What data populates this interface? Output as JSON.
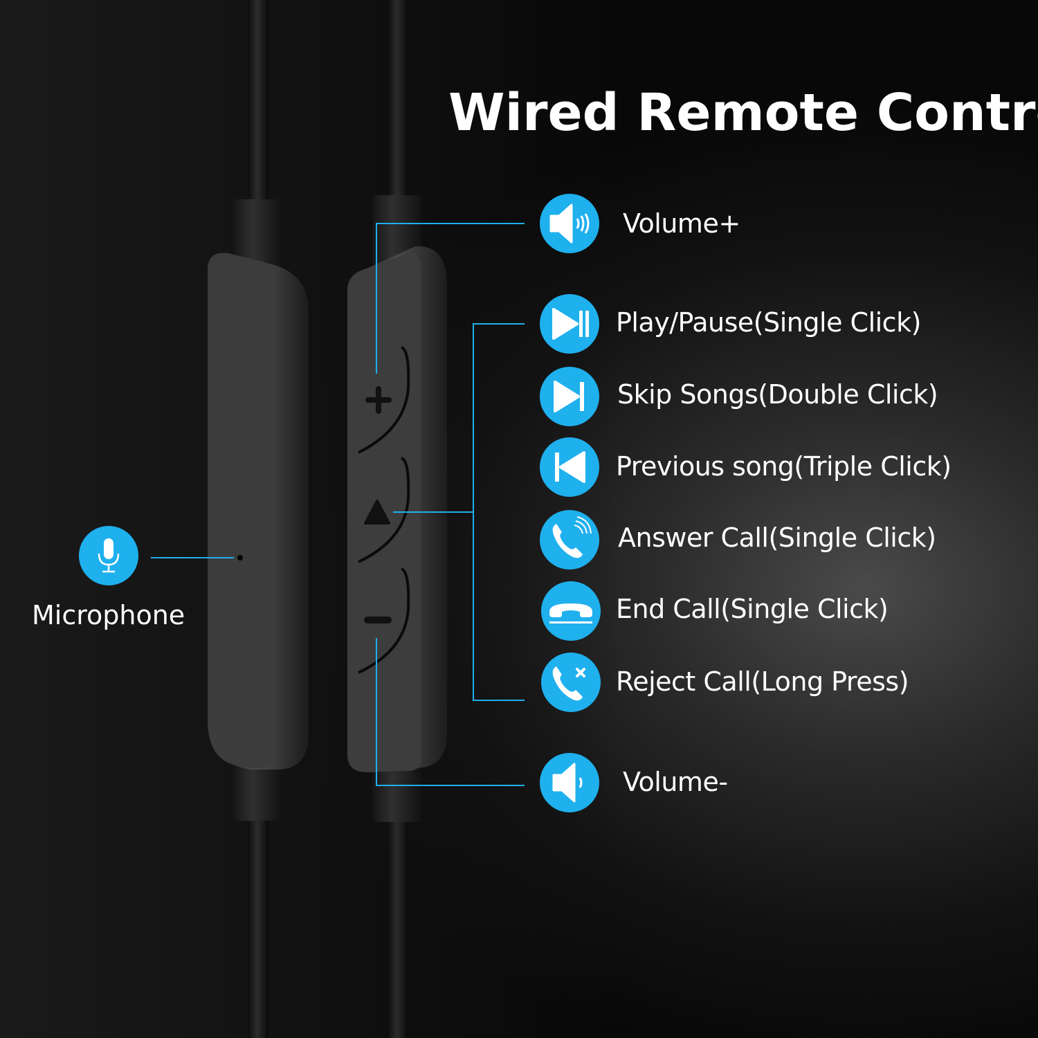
{
  "title": "Wired Remote Control",
  "accent_color": "#1fb0ee",
  "microphone": {
    "label": "Microphone",
    "icon": "microphone-icon"
  },
  "functions": [
    {
      "id": "volume-up",
      "label": "Volume+",
      "icon": "volume-up-icon",
      "button": "plus"
    },
    {
      "id": "play-pause",
      "label": "Play/Pause(Single Click)",
      "icon": "play-pause-icon",
      "button": "center"
    },
    {
      "id": "skip",
      "label": "Skip Songs(Double Click)",
      "icon": "skip-next-icon",
      "button": "center"
    },
    {
      "id": "previous",
      "label": "Previous song(Triple Click)",
      "icon": "skip-previous-icon",
      "button": "center"
    },
    {
      "id": "answer-call",
      "label": "Answer Call(Single Click)",
      "icon": "answer-call-icon",
      "button": "center"
    },
    {
      "id": "end-call",
      "label": "End Call(Single Click)",
      "icon": "end-call-icon",
      "button": "center"
    },
    {
      "id": "reject-call",
      "label": "Reject Call(Long Press)",
      "icon": "reject-call-icon",
      "button": "center"
    },
    {
      "id": "volume-down",
      "label": "Volume-",
      "icon": "volume-down-icon",
      "button": "minus"
    }
  ],
  "remote_buttons": [
    {
      "symbol": "+",
      "name": "plus"
    },
    {
      "symbol": "▲",
      "name": "center"
    },
    {
      "symbol": "−",
      "name": "minus"
    }
  ]
}
